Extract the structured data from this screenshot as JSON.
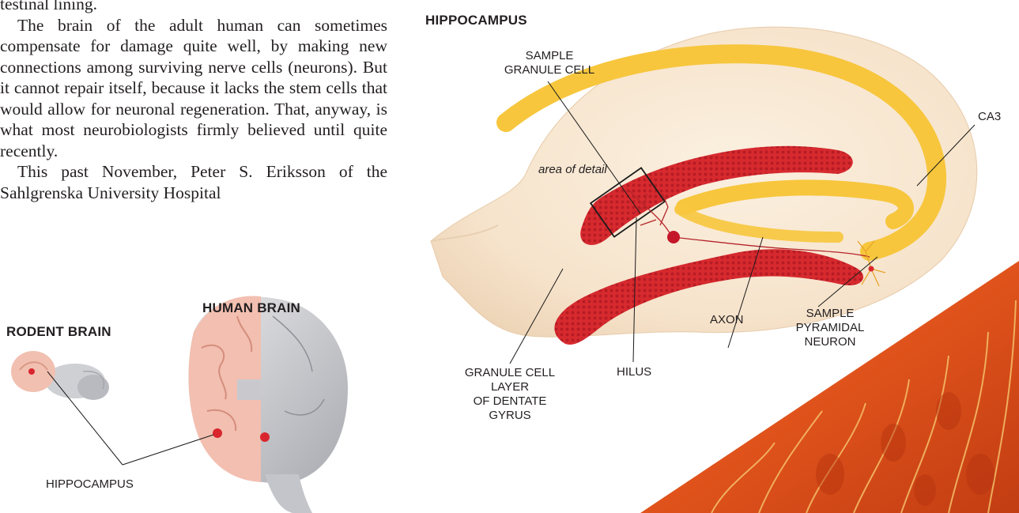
{
  "article": {
    "para0": "testinal lining.",
    "para1": "The brain of the adult human can sometimes compensate for damage quite well, by making new connections among surviving nerve cells (neurons). But it cannot repair itself, because it lacks the stem cells that would allow for neuronal regeneration. That, anyway, is what most neurobiologists firmly believed until quite recently.",
    "para2": "This past November, Peter S. Eriksson of the Sahlgrenska University Hospital"
  },
  "figure": {
    "hippocampus_header": "HIPPOCAMPUS",
    "human_brain_header": "HUMAN BRAIN",
    "rodent_brain_header": "RODENT BRAIN",
    "labels": {
      "sample_granule_cell_1": "SAMPLE",
      "sample_granule_cell_2": "GRANULE CELL",
      "ca3": "CA3",
      "area_of_detail": "area of detail",
      "sample_pyramidal_1": "SAMPLE",
      "sample_pyramidal_2": "PYRAMIDAL",
      "sample_pyramidal_3": "NEURON",
      "axon": "AXON",
      "hilus": "HILUS",
      "granule_layer_1": "GRANULE CELL LAYER",
      "granule_layer_2": "OF DENTATE GYRUS",
      "hippocampus_small": "HIPPOCAMPUS"
    },
    "colors": {
      "tissue": "#f6e3cb",
      "yellow_band": "#f7c63d",
      "granule_red": "#d9262e",
      "cortex_pink": "#f2bfb0",
      "detail_orange": "#e2571c"
    }
  }
}
